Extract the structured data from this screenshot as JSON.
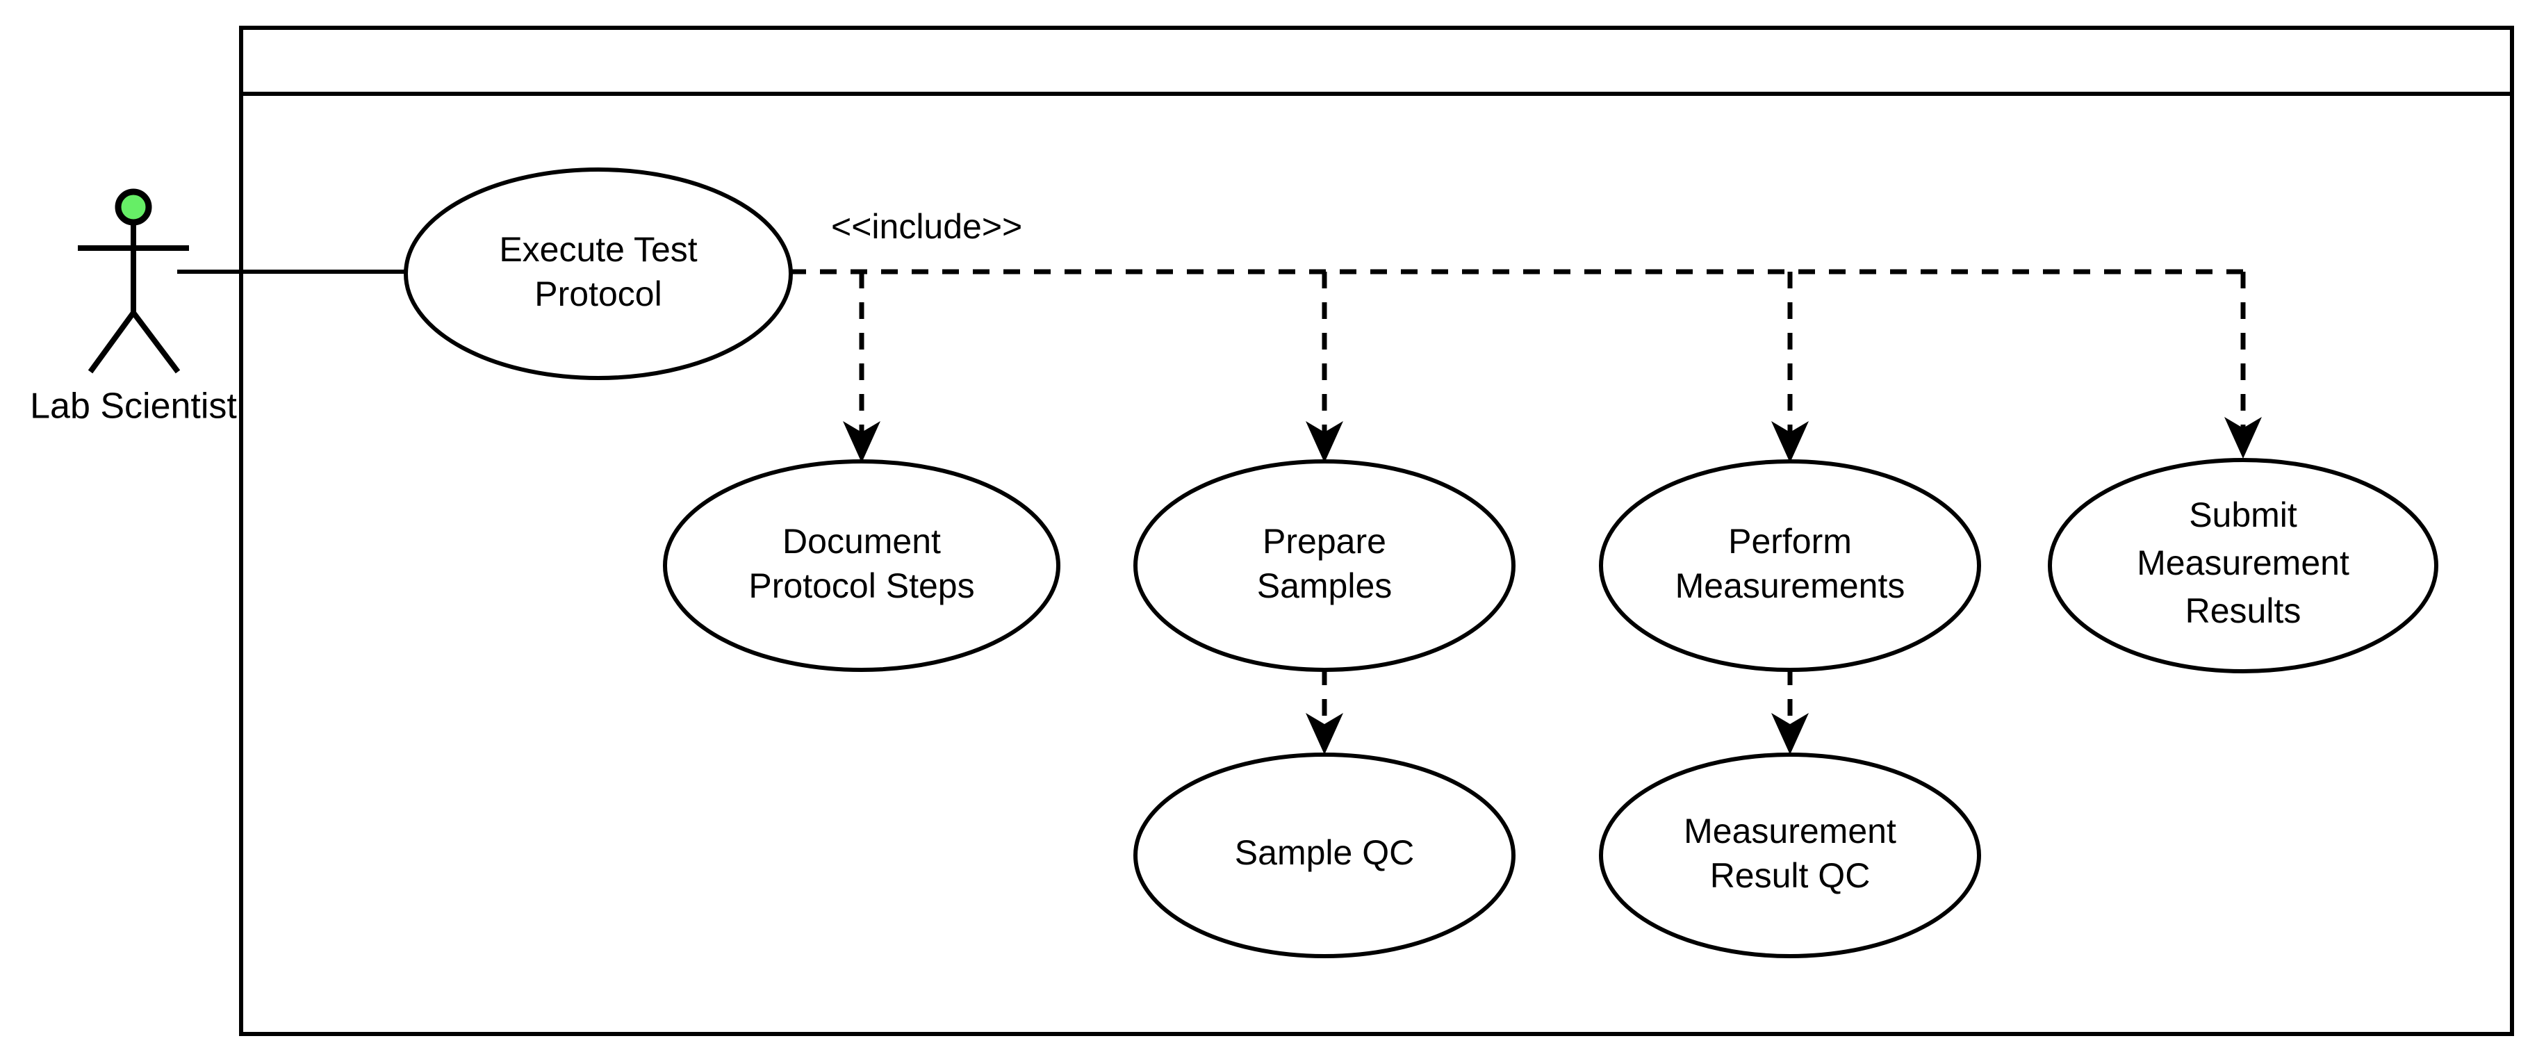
{
  "diagram": {
    "type": "uml-use-case-diagram",
    "background_color": "#ffffff",
    "line_color": "#000000",
    "system_boundary": {
      "title": "",
      "has_header_band": true
    },
    "actor": {
      "label": "Lab Scientist",
      "head_fill_color": "#66ee66",
      "icon": "stick-figure-actor"
    },
    "relationship_label": "<<include>>",
    "use_cases": [
      {
        "id": "execute-test-protocol",
        "lines": [
          "Execute Test",
          "Protocol"
        ]
      },
      {
        "id": "document-protocol-steps",
        "lines": [
          "Document",
          "Protocol Steps"
        ]
      },
      {
        "id": "prepare-samples",
        "lines": [
          "Prepare",
          "Samples"
        ]
      },
      {
        "id": "perform-measurements",
        "lines": [
          "Perform",
          "Measurements"
        ]
      },
      {
        "id": "submit-measurement-results",
        "lines": [
          "Submit",
          "Measurement",
          "Results"
        ]
      },
      {
        "id": "sample-qc",
        "lines": [
          "Sample QC"
        ]
      },
      {
        "id": "measurement-result-qc",
        "lines": [
          "Measurement",
          "Result QC"
        ]
      }
    ],
    "associations": [
      {
        "from": "Lab Scientist",
        "to": "Execute Test Protocol",
        "style": "solid",
        "label": ""
      }
    ],
    "includes": [
      {
        "from": "Execute Test Protocol",
        "to": "Document Protocol Steps",
        "label": "<<include>>",
        "style": "dashed-arrow"
      },
      {
        "from": "Execute Test Protocol",
        "to": "Prepare Samples",
        "label": "<<include>>",
        "style": "dashed-arrow"
      },
      {
        "from": "Execute Test Protocol",
        "to": "Perform Measurements",
        "label": "<<include>>",
        "style": "dashed-arrow"
      },
      {
        "from": "Execute Test Protocol",
        "to": "Submit Measurement Results",
        "label": "<<include>>",
        "style": "dashed-arrow"
      },
      {
        "from": "Prepare Samples",
        "to": "Sample QC",
        "label": "",
        "style": "dashed-arrow"
      },
      {
        "from": "Perform Measurements",
        "to": "Measurement Result QC",
        "label": "",
        "style": "dashed-arrow"
      }
    ]
  }
}
